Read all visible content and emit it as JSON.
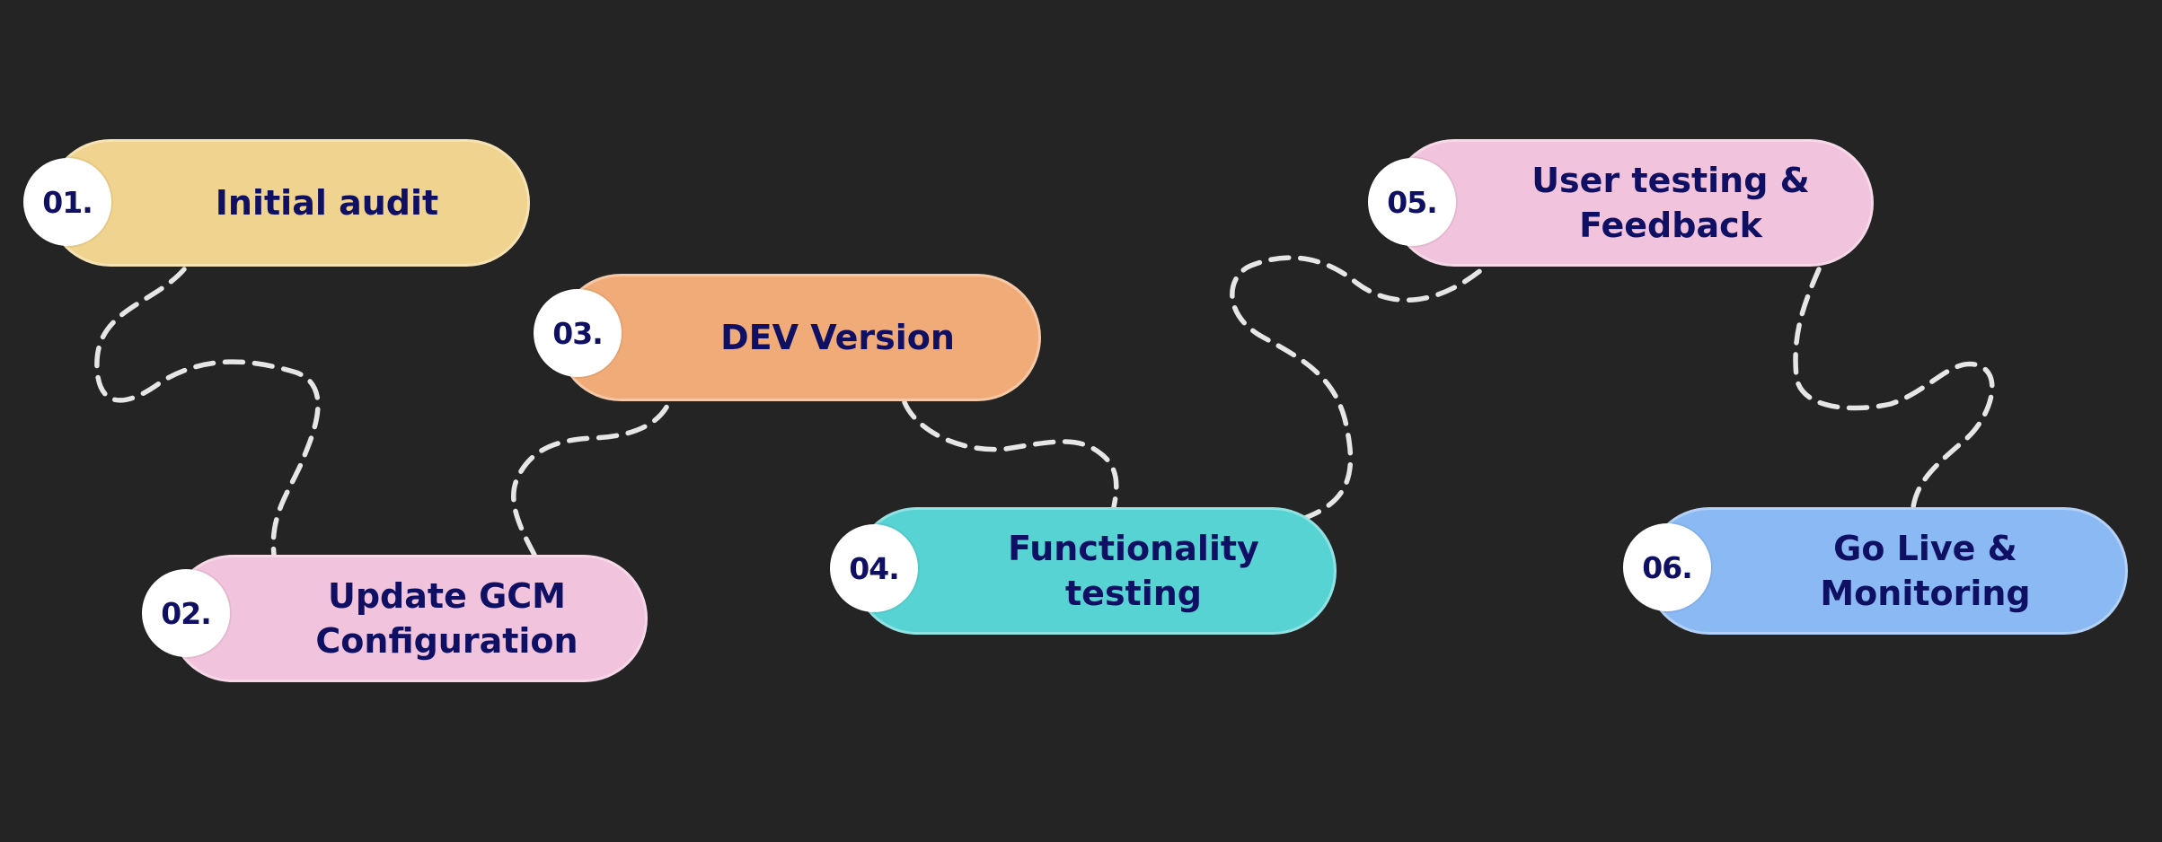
{
  "steps": [
    {
      "number": "01.",
      "label": "Initial audit",
      "color": "#f0d38e"
    },
    {
      "number": "02.",
      "label": "Update GCM\nConfiguration",
      "color": "#f1c3dc"
    },
    {
      "number": "03.",
      "label": "DEV Version",
      "color": "#f0ab78"
    },
    {
      "number": "04.",
      "label": "Functionality\ntesting",
      "color": "#58d3d4"
    },
    {
      "number": "05.",
      "label": "User testing &\nFeedback",
      "color": "#f1c3dc"
    },
    {
      "number": "06.",
      "label": "Go Live  &\nMonitoring",
      "color": "#8bb9f4"
    }
  ],
  "colors": {
    "background": "#242424",
    "text": "#0f1063",
    "badge": "#ffffff",
    "connector": "#e6e6e6"
  }
}
